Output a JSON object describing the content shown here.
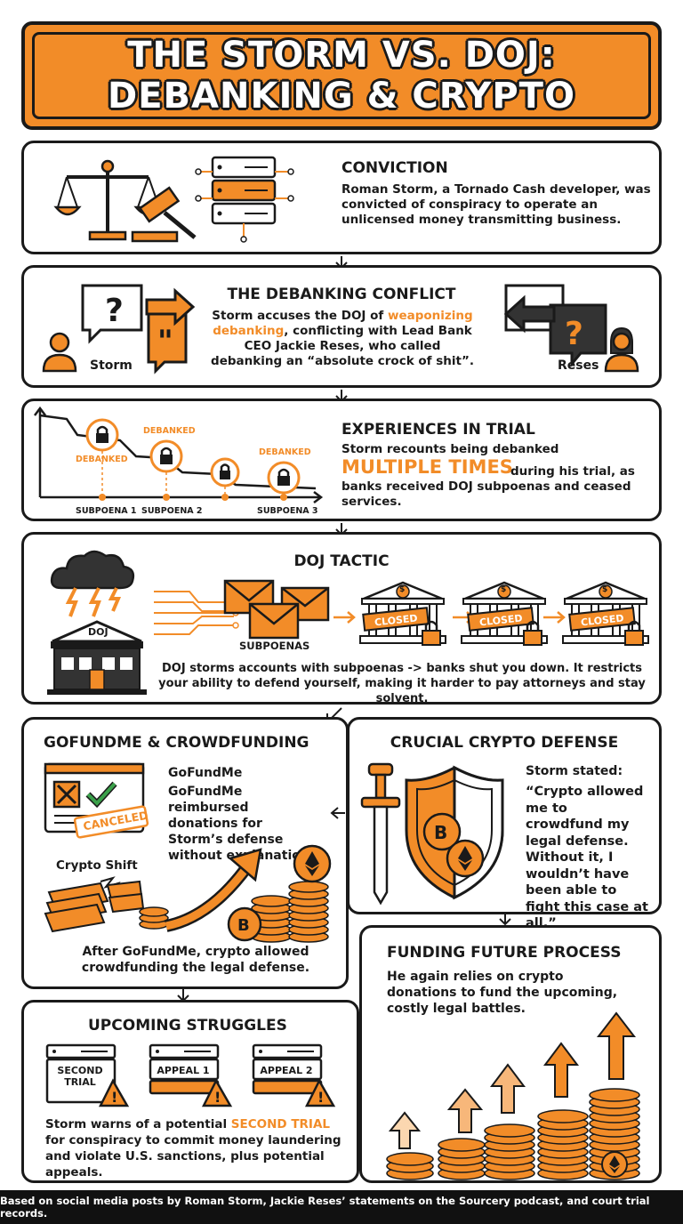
{
  "title": {
    "line1": "THE STORM VS. DOJ:",
    "line2": "DEBANKING & CRYPTO"
  },
  "conviction": {
    "heading": "CONVICTION",
    "text": "Roman Storm, a Tornado Cash developer, was convicted of conspiracy to operate an unlicensed money transmitting business."
  },
  "debanking": {
    "heading": "THE DEBANKING CONFLICT",
    "text_pre": "Storm accuses the DOJ of ",
    "text_highlight": "weaponizing debanking",
    "text_post": ", conflicting with Lead Bank CEO Jackie Reses, who called debanking an “absolute crock of shit”.",
    "left_person": "Storm",
    "right_person": "Reses"
  },
  "trial": {
    "heading": "EXPERIENCES IN TRIAL",
    "text_pre": "Storm recounts being debanked",
    "text_highlight": "MULTIPLE TIMES",
    "text_post": "during his trial, as banks received DOJ subpoenas and ceased services.",
    "labels": [
      "DEBANKED",
      "DEBANKED",
      "DEBANKED"
    ],
    "subpoenas": [
      "SUBPOENA 1",
      "SUBPOENA 2",
      "SUBPOENA 3"
    ]
  },
  "tactic": {
    "heading": "DOJ TACTIC",
    "doj_label": "DOJ",
    "subpoenas_label": "SUBPOENAS",
    "closed_label": "CLOSED",
    "bank_symbol": "$",
    "text": "DOJ storms accounts with subpoenas -> banks shut you down. It restricts your ability to defend yourself, making it harder to pay attorneys and stay solvent."
  },
  "gofundme": {
    "heading": "GOFUNDME & CROWDFUNDING",
    "subheading": "GoFundMe",
    "text": "GoFundMe reimbursed donations for Storm’s defense without explanation.",
    "stamp": "CANCELED",
    "shift_label": "Crypto Shift",
    "bottom_text": "After GoFundMe, crypto allowed crowdfunding the legal defense."
  },
  "defense": {
    "heading": "CRUCIAL CRYPTO DEFENSE",
    "intro": "Storm stated:",
    "quote": "“Crypto allowed me to crowdfund my legal defense. Without it, I wouldn’t have been able to fight this case at all.”"
  },
  "future": {
    "heading": "FUNDING FUTURE PROCESS",
    "text": "He again relies on crypto donations to fund the upcoming, costly legal battles."
  },
  "upcoming": {
    "heading": "UPCOMING STRUGGLES",
    "items": [
      "SECOND TRIAL",
      "APPEAL 1",
      "APPEAL 2"
    ],
    "text_pre": "Storm warns of a potential ",
    "text_highlight": "SECOND TRIAL",
    "text_post": " for conspiracy to commit money laundering and violate U.S. sanctions, plus potential appeals."
  },
  "footer": "Based on social media posts by Roman Storm, Jackie Reses’ statements on the Sourcery podcast, and court trial records.",
  "colors": {
    "accent": "#f28c28",
    "ink": "#1a1a1a",
    "footer_bg": "#111111"
  }
}
